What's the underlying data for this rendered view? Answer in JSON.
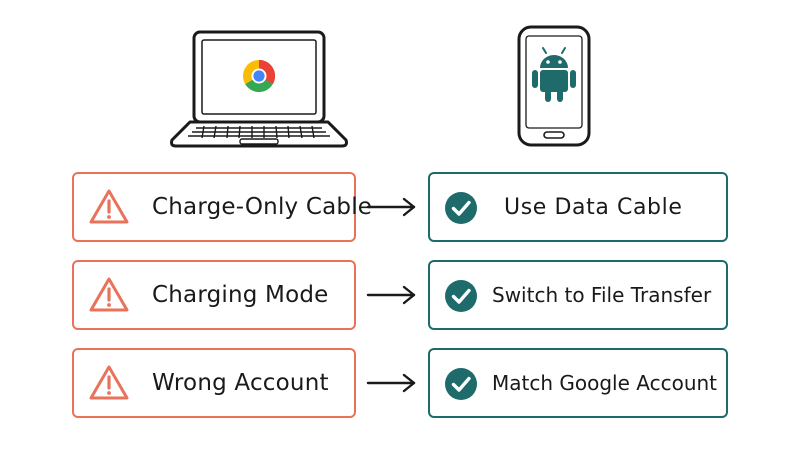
{
  "devices": {
    "computer": {
      "icon": "laptop-icon",
      "screen_logo": "chrome-logo-icon"
    },
    "phone": {
      "icon": "phone-icon",
      "screen_logo": "android-logo-icon"
    }
  },
  "rows": [
    {
      "problem": "Charge-Only Cable",
      "solution": "Use Data Cable"
    },
    {
      "problem": "Charging Mode",
      "solution": "Switch to File Transfer"
    },
    {
      "problem": "Wrong Account",
      "solution": "Match Google Account"
    }
  ],
  "colors": {
    "problem_accent": "#e8735a",
    "solution_accent": "#1f6b6b",
    "text": "#1a1a1a",
    "chrome_red": "#ea4335",
    "chrome_yellow": "#fbbc05",
    "chrome_green": "#34a853",
    "chrome_blue": "#4285f4",
    "android_teal": "#1f6b6b"
  }
}
